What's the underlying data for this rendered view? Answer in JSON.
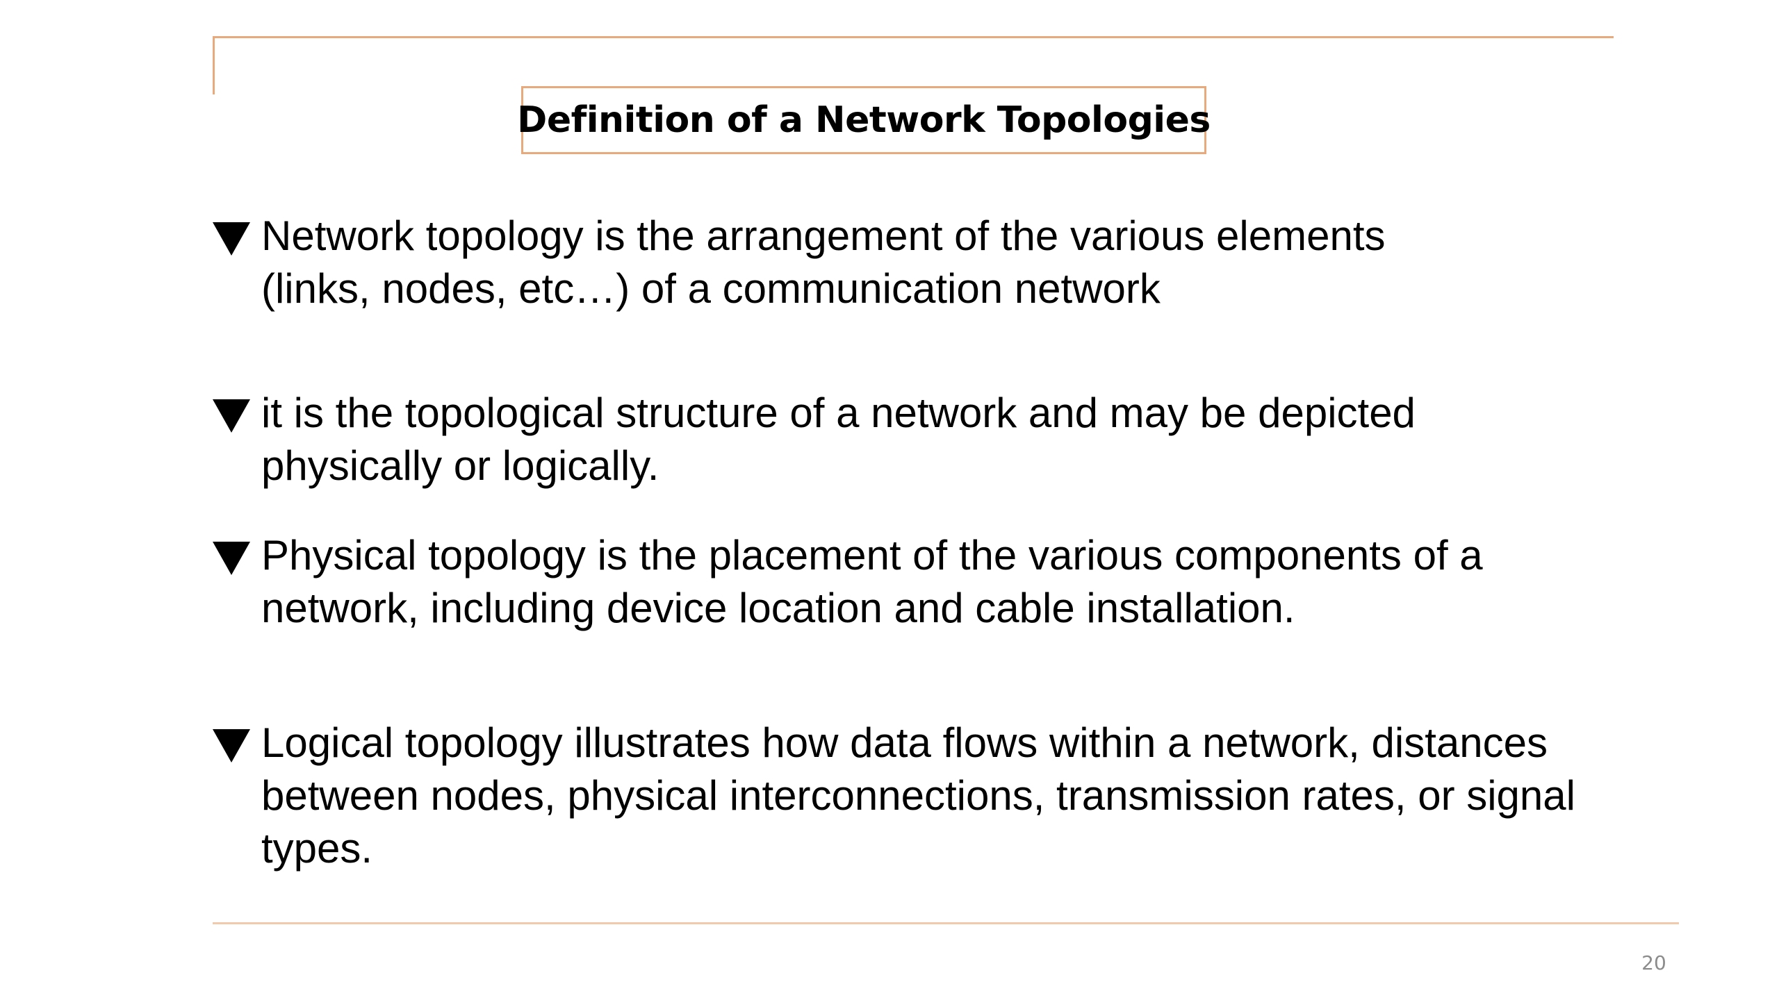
{
  "slide": {
    "title": "Definition of a Network Topologies",
    "bullets": [
      {
        "text": "Network topology is the arrangement of the various elements\n(links, nodes, etc…) of a communication network"
      },
      {
        "text": " it is the topological structure of a network and may be depicted\nphysically or logically."
      },
      {
        "text": "Physical topology is the placement of the various components of a\nnetwork, including device location and cable installation."
      },
      {
        "text": "Logical topology illustrates how data flows within a network, distances\nbetween nodes, physical interconnections, transmission rates, or signal\ntypes."
      }
    ],
    "page_number": "20",
    "bullet_icon": "triangle-down-icon",
    "colors": {
      "accent": "#e8a97c",
      "text": "#000000",
      "page_number": "#8c8c8c"
    }
  }
}
